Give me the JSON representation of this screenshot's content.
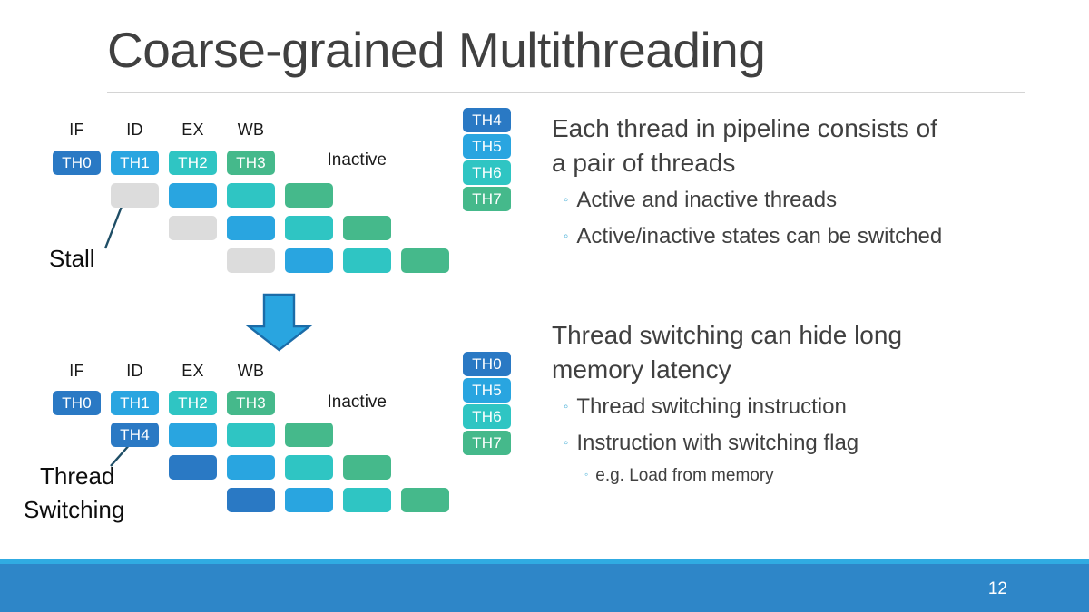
{
  "slide": {
    "title": "Coarse-grained Multithreading",
    "page_number": "12"
  },
  "stages": [
    "IF",
    "ID",
    "EX",
    "WB"
  ],
  "labels": {
    "inactive": "Inactive",
    "stall": "Stall",
    "thread_switching_line1": "Thread",
    "thread_switching_line2": "Switching"
  },
  "colors": {
    "blue": "#2a79c4",
    "light_blue": "#29a5e0",
    "teal": "#2fc5c3",
    "green": "#45b98b",
    "grey": "#dcdcdc",
    "title_text": "#404040",
    "body_text": "#404040",
    "bullet_marker": "#4fb3d9",
    "footer_band": "#2e86c8",
    "footer_strip": "#30abe2",
    "arrow_fill": "#29a5e0",
    "arrow_stroke": "#1b5e8f",
    "leader_line": "#1f4e66"
  },
  "diagram_top": {
    "name": "stall-pipeline",
    "inactive_threads": [
      {
        "label": "TH4",
        "color": "blue"
      },
      {
        "label": "TH5",
        "color": "light_blue"
      },
      {
        "label": "TH6",
        "color": "teal"
      },
      {
        "label": "TH7",
        "color": "green"
      }
    ],
    "rows": [
      {
        "cells": [
          {
            "label": "TH0",
            "color": "blue",
            "col": 0
          },
          {
            "label": "TH1",
            "color": "light_blue",
            "col": 1
          },
          {
            "label": "TH2",
            "color": "teal",
            "col": 2
          },
          {
            "label": "TH3",
            "color": "green",
            "col": 3
          }
        ]
      },
      {
        "cells": [
          {
            "label": "",
            "color": "grey",
            "col": 1
          },
          {
            "label": "",
            "color": "light_blue",
            "col": 2
          },
          {
            "label": "",
            "color": "teal",
            "col": 3
          },
          {
            "label": "",
            "color": "green",
            "col": 4
          }
        ]
      },
      {
        "cells": [
          {
            "label": "",
            "color": "grey",
            "col": 2
          },
          {
            "label": "",
            "color": "light_blue",
            "col": 3
          },
          {
            "label": "",
            "color": "teal",
            "col": 4
          },
          {
            "label": "",
            "color": "green",
            "col": 5
          }
        ]
      },
      {
        "cells": [
          {
            "label": "",
            "color": "grey",
            "col": 3
          },
          {
            "label": "",
            "color": "light_blue",
            "col": 4
          },
          {
            "label": "",
            "color": "teal",
            "col": 5
          },
          {
            "label": "",
            "color": "green",
            "col": 6
          }
        ]
      }
    ]
  },
  "diagram_bottom": {
    "name": "thread-switching-pipeline",
    "inactive_threads": [
      {
        "label": "TH0",
        "color": "blue"
      },
      {
        "label": "TH5",
        "color": "light_blue"
      },
      {
        "label": "TH6",
        "color": "teal"
      },
      {
        "label": "TH7",
        "color": "green"
      }
    ],
    "rows": [
      {
        "cells": [
          {
            "label": "TH0",
            "color": "blue",
            "col": 0
          },
          {
            "label": "TH1",
            "color": "light_blue",
            "col": 1
          },
          {
            "label": "TH2",
            "color": "teal",
            "col": 2
          },
          {
            "label": "TH3",
            "color": "green",
            "col": 3
          }
        ]
      },
      {
        "cells": [
          {
            "label": "TH4",
            "color": "blue",
            "col": 1
          },
          {
            "label": "",
            "color": "light_blue",
            "col": 2
          },
          {
            "label": "",
            "color": "teal",
            "col": 3
          },
          {
            "label": "",
            "color": "green",
            "col": 4
          }
        ]
      },
      {
        "cells": [
          {
            "label": "",
            "color": "blue",
            "col": 2
          },
          {
            "label": "",
            "color": "light_blue",
            "col": 3
          },
          {
            "label": "",
            "color": "teal",
            "col": 4
          },
          {
            "label": "",
            "color": "green",
            "col": 5
          }
        ]
      },
      {
        "cells": [
          {
            "label": "",
            "color": "blue",
            "col": 3
          },
          {
            "label": "",
            "color": "light_blue",
            "col": 4
          },
          {
            "label": "",
            "color": "teal",
            "col": 5
          },
          {
            "label": "",
            "color": "green",
            "col": 6
          }
        ]
      }
    ]
  },
  "body": {
    "block1": {
      "heading_line1": "Each thread in pipeline  consists of",
      "heading_line2": "a pair of threads",
      "bullets": [
        "Active and inactive threads",
        "Active/inactive states can be switched"
      ]
    },
    "block2": {
      "heading_line1": "Thread switching can hide long",
      "heading_line2": "memory latency",
      "bullets": [
        "Thread switching instruction",
        "Instruction with switching flag"
      ],
      "subbullets": [
        "e.g. Load from memory"
      ]
    }
  }
}
